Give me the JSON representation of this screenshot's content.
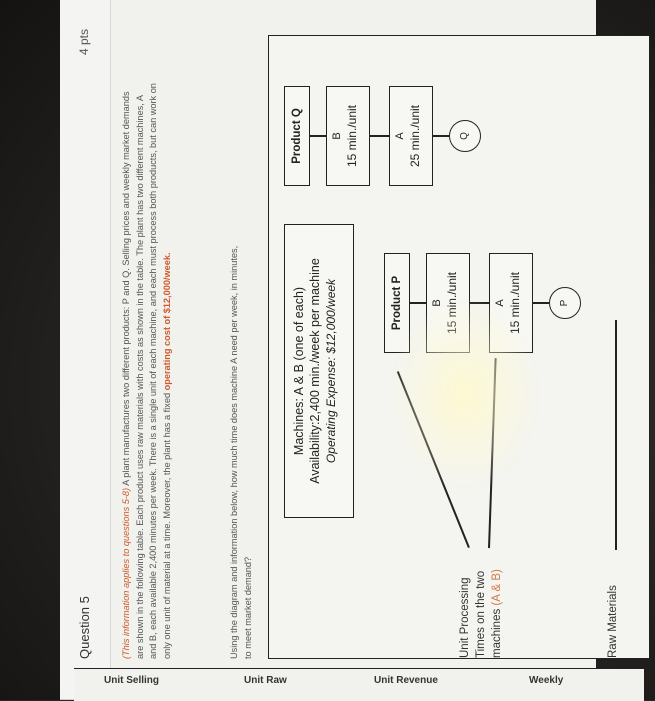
{
  "question": {
    "title": "Question 5",
    "points": "4 pts",
    "intro_italic": "(This information applies to questions 5-8)",
    "intro_text": " A plant manufactures two different products: P and Q. Selling prices and weekly market demands are shown in the following table. Each product uses raw materials with costs as shown in the table. The plant has two different machines, A and B, each available 2,400 minutes per week. There is a single unit of each machine, and each must process both products, but can work on only one unit of material at a time. Moreover, the plant has a fixed ",
    "intro_highlight": "operating cost of $12,000/week.",
    "prompt": "Using the diagram and information below, how much time does machine A need per week, in minutes, to meet market demand?"
  },
  "diagram": {
    "machines_line1": "Machines: A & B (one of each)",
    "machines_line2": "Availability:2,400 min./week per machine",
    "machines_line3": "Operating Expense: $12,000/week",
    "product_p": {
      "label": "Product P",
      "machine_b_letter": "B",
      "machine_b_time": "15 min./unit",
      "machine_a_letter": "A",
      "machine_a_time": "15 min./unit",
      "material": "P"
    },
    "product_q": {
      "label": "Product Q",
      "machine_b_letter": "B",
      "machine_b_time": "15 min./unit",
      "machine_a_letter": "A",
      "machine_a_time": "25 min./unit",
      "material": "Q"
    },
    "upt_line1": "Unit Processing",
    "upt_line2": "Times on the two",
    "upt_line3a": "machines ",
    "upt_line3b": "(A & B)",
    "raw_materials": "Raw Materials"
  },
  "table_headers_partial": [
    "Unit Selling",
    "Unit Raw",
    "Unit Revenue",
    "Weekly"
  ]
}
